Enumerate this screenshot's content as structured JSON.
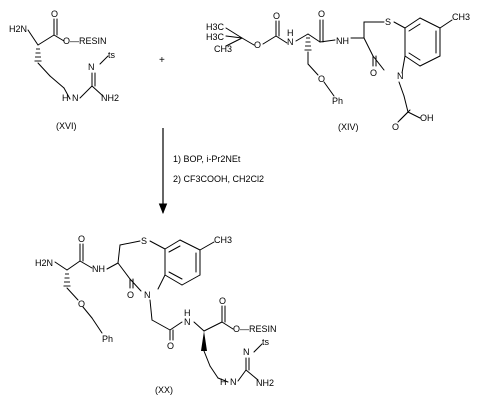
{
  "compound_xvi": {
    "label": "(XVI)",
    "atoms": {
      "amine": "H2N",
      "ester_oxygen": "O",
      "ester_link": "O—RESIN",
      "imine_n": "N",
      "tosyl": "ts",
      "nh": "N",
      "nh_h": "H",
      "nh2": "NH2"
    }
  },
  "plus_sign": "+",
  "compound_xiv": {
    "label": "(XIV)",
    "atoms": {
      "methyl_1": "H3C",
      "methyl_2": "H3C",
      "methyl_3": "CH3",
      "tbu_oxygen": "O",
      "carbamate_oxygen": "O",
      "carbamate_nh": "H",
      "carbamate_n": "N",
      "amide_oxygen": "O",
      "amide_nh": "NH",
      "thio": "S",
      "aryl_methyl": "CH3",
      "ether_oxygen": "O",
      "phenyl": "Ph",
      "ring_n": "N",
      "ring_oxygen": "O",
      "acid_oxygen": "O",
      "acid_oh": "OH"
    }
  },
  "reaction": {
    "step_1": "1) BOP, i-Pr2NEt",
    "step_2": "2) CF3COOH, CH2Cl2"
  },
  "compound_xx": {
    "label": "(XX)",
    "atoms": {
      "amine": "H2N",
      "amide_oxygen": "O",
      "amide_nh": "NH",
      "thio": "S",
      "aryl_methyl": "CH3",
      "ether_oxygen": "O",
      "phenyl": "Ph",
      "ring_oxygen": "O",
      "ring_n": "N",
      "linker_oxygen": "O",
      "arg_nh": "H",
      "arg_n": "N",
      "ester_oxygen": "O",
      "ester_link": "O—RESIN",
      "imine_n": "N",
      "tosyl": "ts",
      "guan_n": "N",
      "guan_h": "H",
      "nh2": "NH2"
    }
  },
  "colors": {
    "ink": "#000000",
    "background": "#ffffff"
  }
}
